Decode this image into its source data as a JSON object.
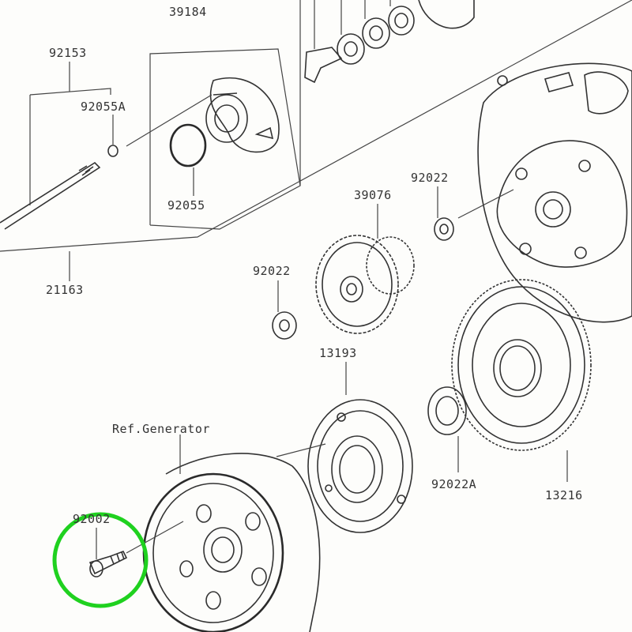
{
  "labels": {
    "p39184": "39184",
    "p92153": "92153",
    "p92055A": "92055A",
    "p92055": "92055",
    "p21163": "21163",
    "p92022_top": "92022",
    "p39076": "39076",
    "p92022_mid": "92022",
    "p13193": "13193",
    "ref_generator": "Ref.Generator",
    "p92022A": "92022A",
    "p13216": "13216",
    "p92002": "92002"
  },
  "colors": {
    "highlight": "#1fd11f",
    "ink": "#333333",
    "paper": "#fdfdfb"
  }
}
